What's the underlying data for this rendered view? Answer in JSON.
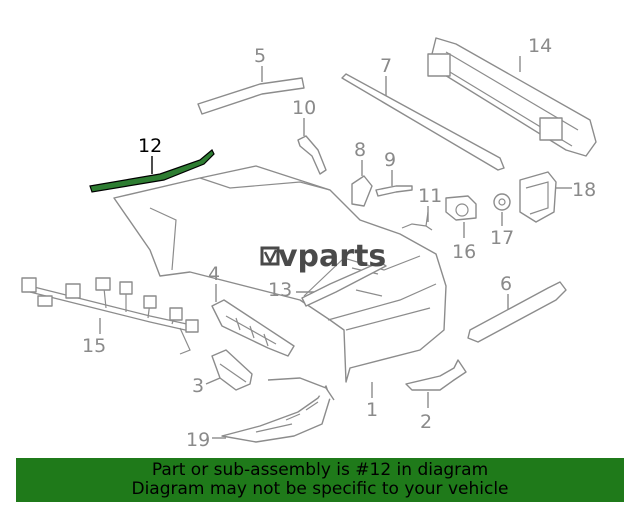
{
  "diagram": {
    "title": "",
    "highlight_color": "#2e7d32",
    "highlighted_part": "12",
    "callouts": {
      "c1": "1",
      "c2": "2",
      "c3": "3",
      "c4": "4",
      "c5": "5",
      "c6": "6",
      "c7": "7",
      "c8": "8",
      "c9": "9",
      "c10": "10",
      "c11": "11",
      "c12": "12",
      "c13": "13",
      "c14": "14",
      "c15": "15",
      "c16": "16",
      "c17": "17",
      "c18": "18",
      "c19": "19"
    }
  },
  "watermark": {
    "text": "vparts"
  },
  "banner": {
    "line1": "Part or sub-assembly is #12 in diagram",
    "line2": "Diagram may not be specific to your vehicle",
    "background": "#1f7a1a"
  }
}
